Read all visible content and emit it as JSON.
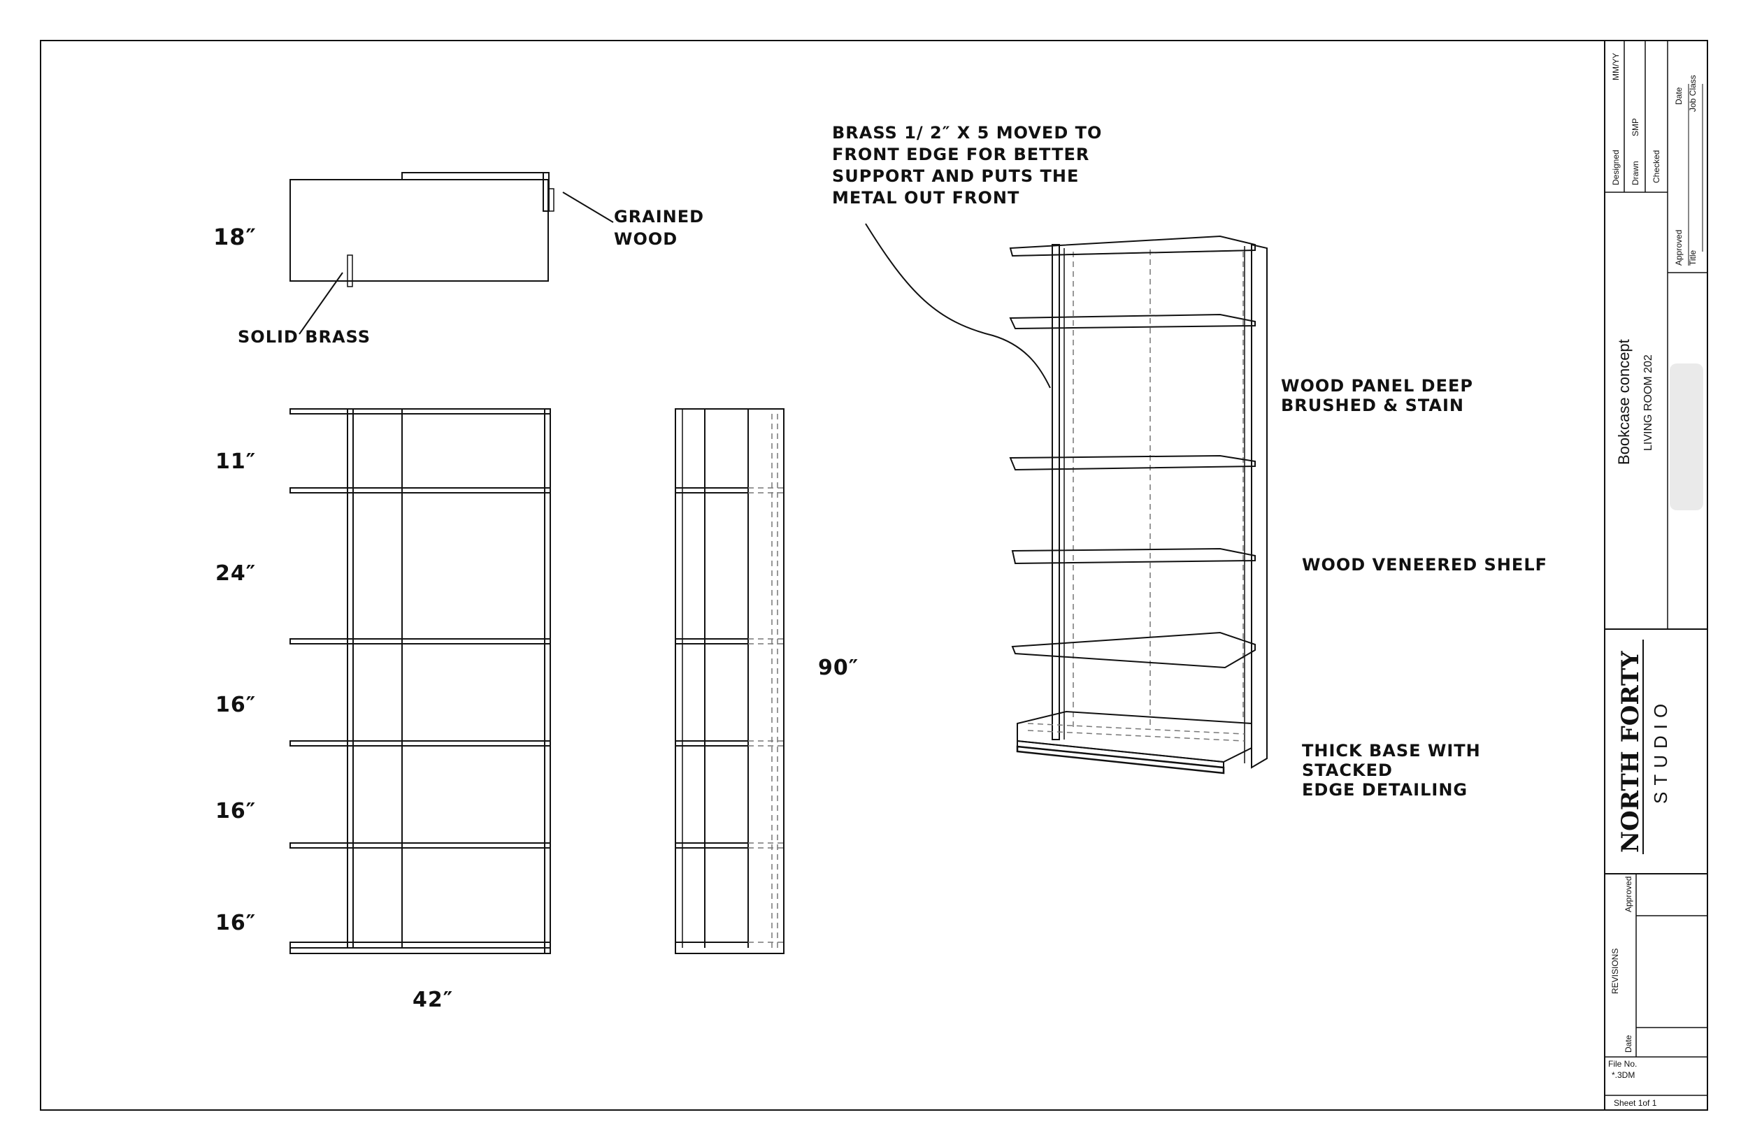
{
  "plan": {
    "depth_dim": "18″",
    "callout_grained_wood": [
      "GRAINED",
      "WOOD"
    ],
    "callout_solid_brass": "SOLID BRASS"
  },
  "front_elevation": {
    "dims": [
      "11″",
      "24″",
      "16″",
      "16″",
      "16″"
    ],
    "width_dim": "42″"
  },
  "side_elevation": {
    "height_dim": "90″"
  },
  "perspective_notes": {
    "brass_note": [
      "BRASS 1/ 2″ X 5 MOVED TO",
      "FRONT EDGE FOR BETTER",
      "SUPPORT AND PUTS THE",
      "METAL OUT FRONT"
    ],
    "panel_note": [
      "WOOD PANEL DEEP",
      "BRUSHED & STAIN"
    ],
    "shelf_note": "WOOD VENEERED SHELF",
    "base_note": [
      "THICK BASE WITH",
      "STACKED",
      "EDGE DETAILING"
    ]
  },
  "title_block": {
    "designed_label": "Designed",
    "designed_value": "MM/YY",
    "drawn_label": "Drawn",
    "drawn_value": "SMP",
    "checked_label": "Checked",
    "approved_label": "Approved",
    "date_label": "Date",
    "title_label": "Title",
    "job_class_label": "Job Class",
    "project_title": "Bookcase concept",
    "project_subtitle": "LIVING ROOM 202",
    "studio_name": "NORTH FORTY",
    "studio_sub": "STUDIO",
    "revisions_label": "REVISIONS",
    "rev_approved_label": "Approved",
    "rev_date_label": "Date",
    "file_no_label": "File No.",
    "file_no_value": "*.3DM",
    "sheet_label": "Sheet  1of  1"
  }
}
